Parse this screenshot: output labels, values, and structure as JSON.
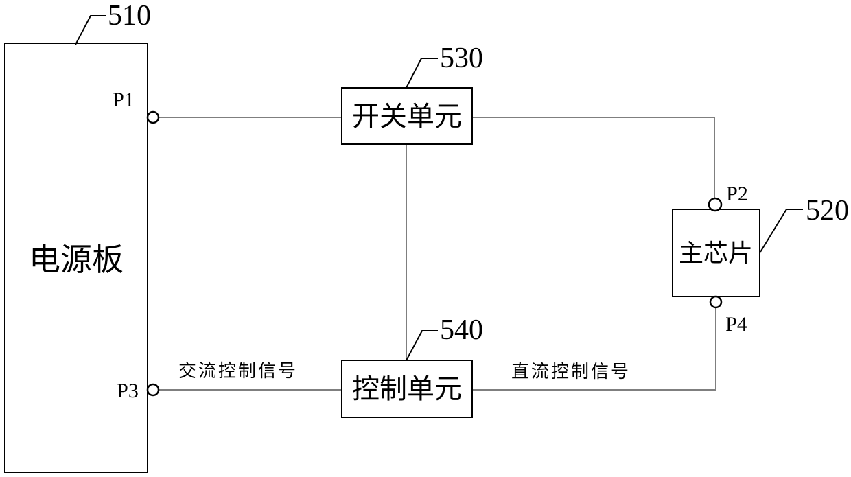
{
  "diagram": {
    "type": "block-diagram",
    "description": "power supply control block diagram",
    "colors": {
      "background": "#ffffff",
      "block_border": "#000000",
      "wire": "#7f7f7f",
      "text": "#000000"
    },
    "blocks": {
      "power_board": {
        "label": "电源板",
        "ref": "510"
      },
      "main_chip": {
        "label": "主芯片",
        "ref": "520"
      },
      "switch_unit": {
        "label": "开关单元",
        "ref": "530"
      },
      "control_unit": {
        "label": "控制单元",
        "ref": "540"
      }
    },
    "ports": {
      "p1": "P1",
      "p2": "P2",
      "p3": "P3",
      "p4": "P4"
    },
    "signals": {
      "ac": "交流控制信号",
      "dc": "直流控制信号"
    },
    "connections": [
      "power_board.P1 - switch_unit",
      "switch_unit - main_chip.P2",
      "switch_unit - control_unit",
      "power_board.P3 - control_unit (交流控制信号)",
      "control_unit - main_chip.P4 (直流控制信号)"
    ]
  }
}
